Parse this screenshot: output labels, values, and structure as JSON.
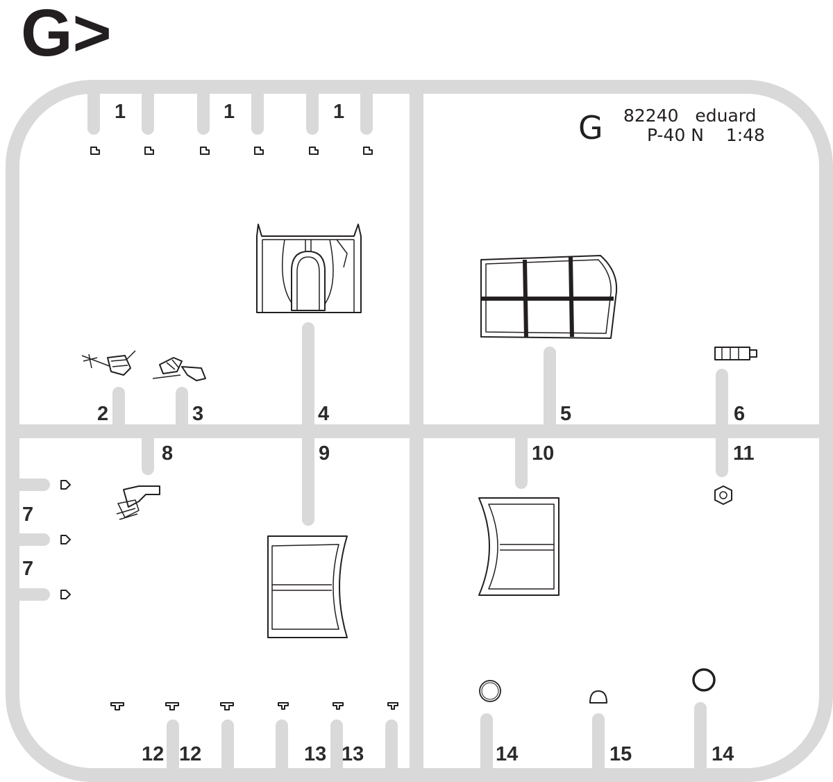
{
  "title": "G>",
  "sprue_letter": "G",
  "kit_line1": "82240   eduard",
  "kit_line2": "P-40 N    1:48",
  "labels": {
    "p1a": "1",
    "p1b": "1",
    "p1c": "1",
    "p2": "2",
    "p3": "3",
    "p4": "4",
    "p5": "5",
    "p6": "6",
    "p7a": "7",
    "p7b": "7",
    "p8": "8",
    "p9": "9",
    "p10": "10",
    "p11": "11",
    "p12a": "12",
    "p12b": "12",
    "p13a": "13",
    "p13b": "13",
    "p14a": "14",
    "p14b": "14",
    "p15": "15"
  },
  "colors": {
    "sprue": "#d9d9d9",
    "ink": "#231f20",
    "background": "#ffffff"
  }
}
